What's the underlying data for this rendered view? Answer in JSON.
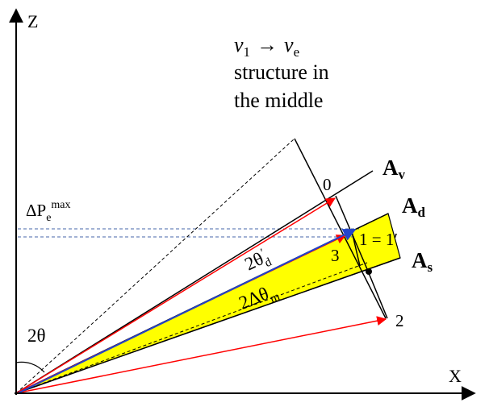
{
  "axes": {
    "z_label": "Z",
    "x_label": "X"
  },
  "caption": {
    "line1_nu1": "ν",
    "line1_nu1_sub": "1",
    "line1_arrow": "→",
    "line1_nue": "ν",
    "line1_nue_sub": "e",
    "line2": "structure in",
    "line3": "the middle"
  },
  "labels": {
    "delta_p_main": "ΔP",
    "delta_p_sub": "e",
    "delta_p_sup": "max",
    "point_0": "0",
    "point_1": "1 = 1′",
    "point_2": "2",
    "point_3": "3",
    "a_v_main": "A",
    "a_v_sub": "v",
    "a_d_main": "A",
    "a_d_sub": "d",
    "a_s_main": "A",
    "a_s_sub": "s",
    "two_theta": "2θ",
    "two_theta_d_main": "2θ",
    "two_theta_d_sub": "d",
    "two_theta_d_sup": "′",
    "two_delta_theta_main": "2Δθ",
    "two_delta_theta_sub": "m"
  },
  "colors": {
    "band_fill": "#ffff00",
    "vector_red": "#ff0000",
    "vector_blue": "#2244cc",
    "guide_dash": "#4466aa",
    "axis": "#000000"
  }
}
